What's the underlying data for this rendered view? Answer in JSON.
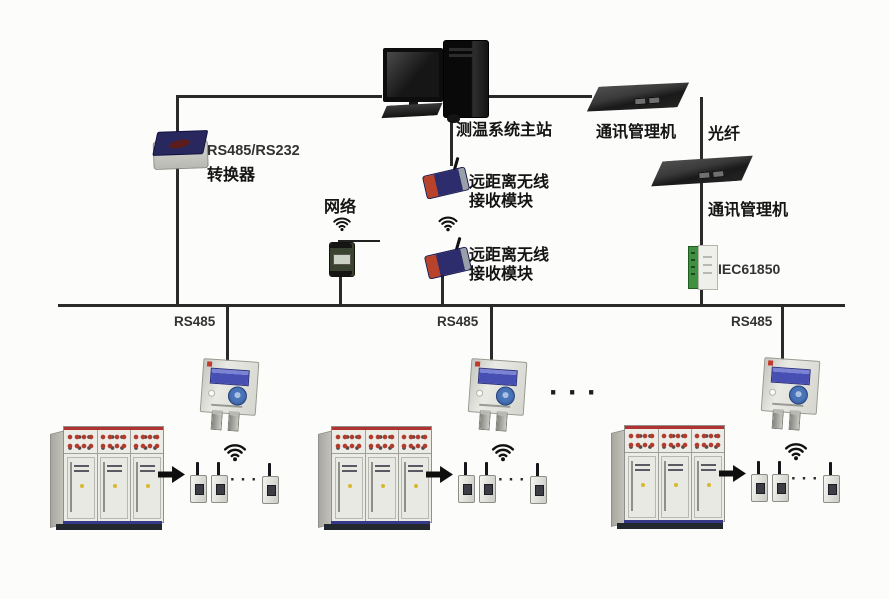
{
  "diagram": {
    "background": "#fcfcfa",
    "colors": {
      "line": "#2a2a2a",
      "label_text": "#141414",
      "device_navy": "#2d2d6e",
      "device_red": "#b8432a",
      "device_green": "#3f9040",
      "lcd_blue": "#4750b2",
      "cabinet_red_stripe": "#b23232",
      "cabinet_blue_stripe": "#38388a"
    },
    "labels": {
      "master_station": "测温系统主站",
      "comm_manager_top": "通讯管理机",
      "fiber": "光纤",
      "comm_manager_mid": "通讯管理机",
      "iec_gateway": "IEC61850",
      "converter_line1": "RS485/RS232",
      "converter_line2": "转换器",
      "network": "网络",
      "wireless_rx_upper_line1": "远距离无线",
      "wireless_rx_upper_line2": "接收模块",
      "wireless_rx_lower_line1": "远距离无线",
      "wireless_rx_lower_line2": "接收模块",
      "rs485_left": "RS485",
      "rs485_middle": "RS485",
      "rs485_right": "RS485",
      "cluster_ellipsis": "···",
      "sensor_ellipsis": "···"
    },
    "icons": {
      "wifi": "wifi-signal-icon",
      "arrow": "flow-arrow-icon",
      "pc": "desktop-computer-icon",
      "rack": "comm-manager-rack-icon",
      "converter": "rs485-rs232-converter-icon",
      "wireless_module": "wireless-rx-module-icon",
      "network_device": "network-wireless-device-icon",
      "iec_device": "iec61850-gateway-icon",
      "cabinet": "switchgear-cabinet-icon",
      "monitor": "temperature-monitor-icon",
      "sensor": "wireless-temp-sensor-icon"
    }
  }
}
